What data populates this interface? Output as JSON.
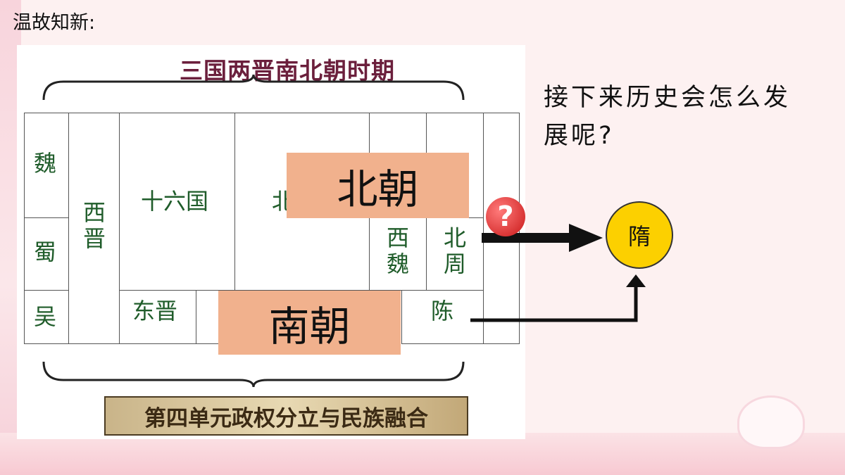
{
  "header": "温故知新:",
  "title": "三国两晋南北朝时期",
  "cells": {
    "wei": "魏",
    "shu": "蜀",
    "wu": "吴",
    "xijin": "西晋",
    "shiliuguo": "十六国",
    "dongjin": "东晋",
    "bei_partial": "北",
    "xiwei": "西魏",
    "beizhou": "北周",
    "chen": "陈"
  },
  "overlays": {
    "north": "北朝",
    "south": "南朝"
  },
  "question_mark": "?",
  "sui": "隋",
  "question": "接下来历史会怎么发展呢?",
  "unit_title": "第四单元政权分立与民族融合"
}
